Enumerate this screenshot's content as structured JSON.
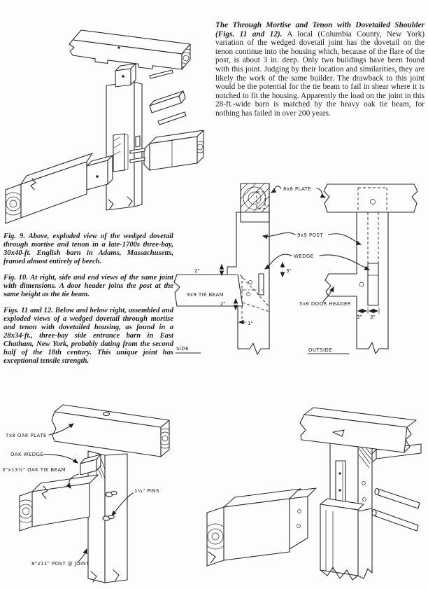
{
  "article": {
    "lead_in": "The Through Mortise and Tenon with Dovetailed Shoulder (Figs. 11 and 12).",
    "body": " A local (Columbia County, New York) variation of the wedged dovetail joint has the dovetail on the tenon continue into the housing which, because of the flare of the post, is about 3 in. deep. Only two buildings have been found with this joint. Judging by their location and similarities, they are likely the work of the same builder. The drawback to this joint would be the potential for the tie beam to fail in shear where it is notched to fit the housing. Apparently the load on the joint in this 28-ft.-wide barn is matched by the heavy oak tie beam, for nothing has failed in over 200 years."
  },
  "captions": {
    "fig9": "Fig. 9. Above, exploded view of the wedged dovetail through mortise and tenon in a late-1700s three-bay, 30x40-ft. English barn in Adams, Massachusetts, framed almost entirely of beech.",
    "fig10": "Fig. 10. At right, side and end views of the same joint with dimensions. A door header joins the post at the same height as the tie beam.",
    "figs11_12": "Figs. 11 and 12. Below and below right, assembled and exploded views of a wedged dovetail through mortise and tenon with dovetailed housing, as found in a 28x34-ft., three-bay side entrance barn in East Chatham, New York, probably dating from the second half of the 18th century. This unique joint has exceptional tensile strength."
  },
  "fig10": {
    "labels": {
      "plate": "8x8 PLATE",
      "post": "9x9 POST",
      "wedge": "WEDGE",
      "tie_beam": "9x9 TIE BEAM",
      "door_header": "5x6 DOOR HEADER",
      "side": "SIDE",
      "outside": "OUTSIDE"
    },
    "dims": {
      "step": "2\"",
      "drop": "2\"",
      "wedge_h": "3\"",
      "tenon": "1\"",
      "housing_l": "3\"",
      "housing_r": "3\""
    }
  },
  "fig11": {
    "labels": {
      "plate": "7x8 OAK PLATE",
      "wedge": "OAK WEDGE",
      "tie_beam": "3\"x13½\" OAK TIE BEAM",
      "pins": "1¼\" PINS",
      "post": "8\"x11\" POST @ JOINT"
    }
  }
}
